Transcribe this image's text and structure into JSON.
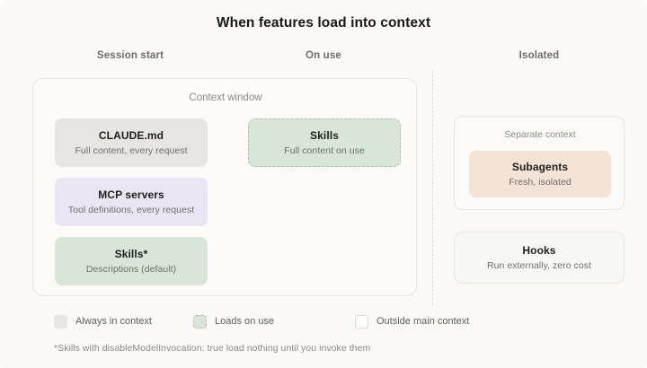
{
  "title": "When features load into context",
  "columns": [
    {
      "id": "session-start",
      "label": "Session start"
    },
    {
      "id": "on-use",
      "label": "On use"
    },
    {
      "id": "isolated",
      "label": "Isolated"
    }
  ],
  "context_window": {
    "label": "Context window",
    "session_start_cards": [
      {
        "name": "claude-md",
        "title": "CLAUDE.md",
        "subtitle": "Full content, every request",
        "color": "#e6e5e1",
        "style": "always-in-context"
      },
      {
        "name": "mcp-servers",
        "title": "MCP servers",
        "subtitle": "Tool definitions, every request",
        "color": "#eae5f2",
        "style": "always-in-context"
      },
      {
        "name": "skills-descriptions",
        "title": "Skills*",
        "subtitle": "Descriptions (default)",
        "color": "#d8e5d8",
        "style": "always-in-context"
      }
    ],
    "on_use_cards": [
      {
        "name": "skills-full",
        "title": "Skills",
        "subtitle": "Full content on use",
        "color": "#d8e5d8",
        "style": "loads-on-use"
      }
    ]
  },
  "isolated": {
    "separate_context": {
      "label": "Separate context",
      "card": {
        "name": "subagents",
        "title": "Subagents",
        "subtitle": "Fresh, isolated",
        "color": "#f4e2d4",
        "style": "outside-main-context"
      }
    },
    "hooks": {
      "name": "hooks",
      "title": "Hooks",
      "subtitle": "Run externally, zero cost",
      "color": "#f7f7f6",
      "style": "outside-main-context"
    }
  },
  "legend": [
    {
      "id": "always-in-context",
      "label": "Always in context",
      "swatch": "solid",
      "color": "#e6e5e1"
    },
    {
      "id": "loads-on-use",
      "label": "Loads on use",
      "swatch": "dashed",
      "color": "#d8e5d8"
    },
    {
      "id": "outside-main-context",
      "label": "Outside main context",
      "swatch": "hollow",
      "color": "#fdfdfc"
    }
  ],
  "footnote": "*Skills with disableModelInvocation: true load nothing until you invoke them",
  "colors": {
    "page_background": "#faf9f8",
    "title_text": "#181817",
    "muted_text": "#8c8a86",
    "border": "#e6e4e0",
    "divider": "#dedcd8"
  }
}
